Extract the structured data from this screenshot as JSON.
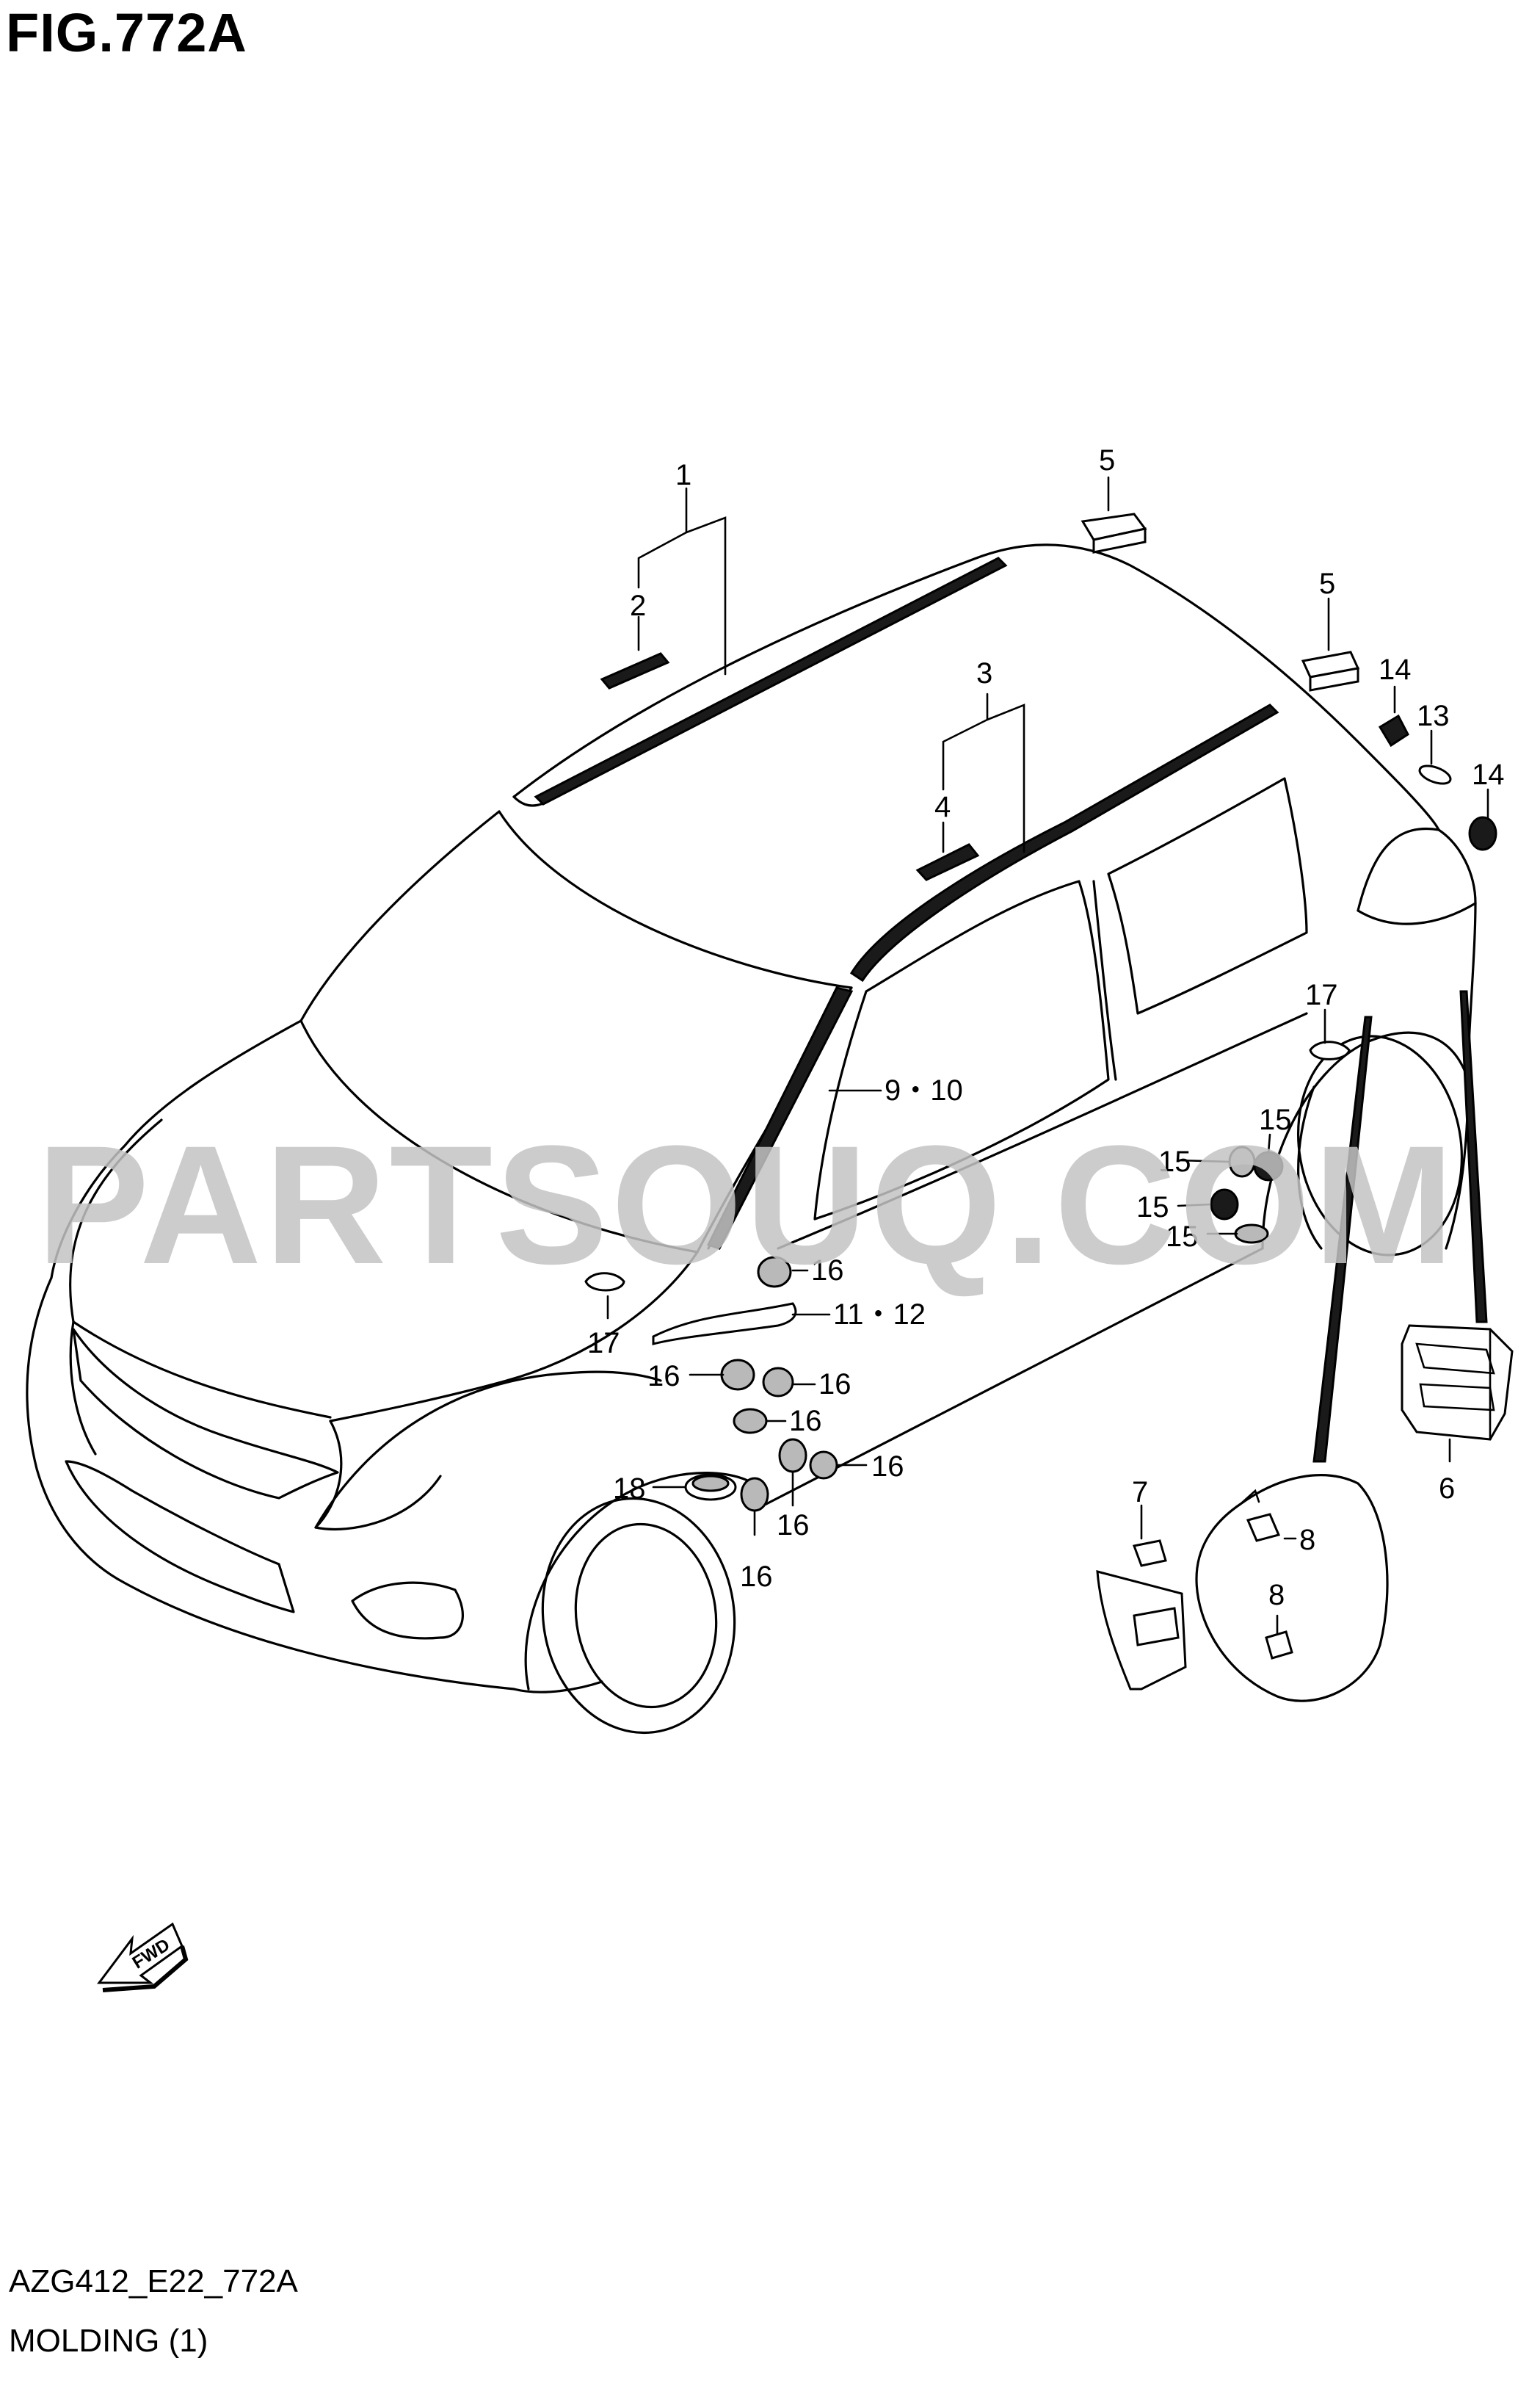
{
  "figure_title": "FIG.772A",
  "watermark": "PARTSOUQ.COM",
  "direction_badge": "FWD",
  "diagram_code": "AZG412_E22_772A",
  "caption": "MOLDING (1)",
  "callouts": {
    "c1": "1",
    "c2": "2",
    "c3": "3",
    "c4": "4",
    "c5a": "5",
    "c5b": "5",
    "c6": "6",
    "c7": "7",
    "c8a": "8",
    "c8b": "8",
    "c9_10": "9・10",
    "c11_12": "11・12",
    "c13": "13",
    "c14a": "14",
    "c14b": "14",
    "c15a": "15",
    "c15b": "15",
    "c15c": "15",
    "c15d": "15",
    "c16a": "16",
    "c16b": "16",
    "c16c": "16",
    "c16d": "16",
    "c16e": "16",
    "c16f": "16",
    "c16g": "16",
    "c17a": "17",
    "c17b": "17",
    "c18": "18"
  }
}
